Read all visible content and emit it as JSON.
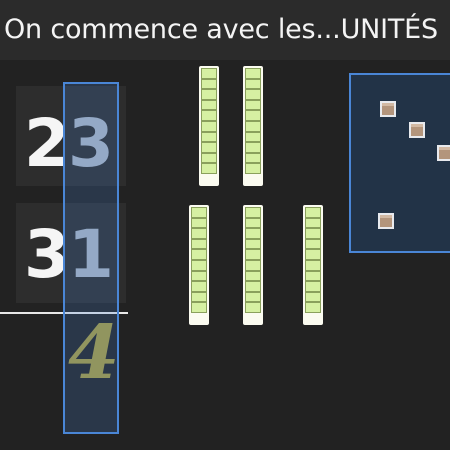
{
  "banner": {
    "title": "On commence avec les...UNITÉS"
  },
  "numbers": {
    "top": {
      "tens": "2",
      "units": "3"
    },
    "bottom": {
      "tens": "3",
      "units": "1"
    },
    "result": "4"
  },
  "base_ten_blocks": {
    "rods_top_row": 2,
    "rods_bottom_row": 3,
    "unit_cubes_visible": 4,
    "rod_color": "#d6f0a2",
    "unit_cube_color": "#b3957c"
  },
  "colors": {
    "highlight_border": "#4a86d6",
    "result_digit": "#a69a3e"
  }
}
